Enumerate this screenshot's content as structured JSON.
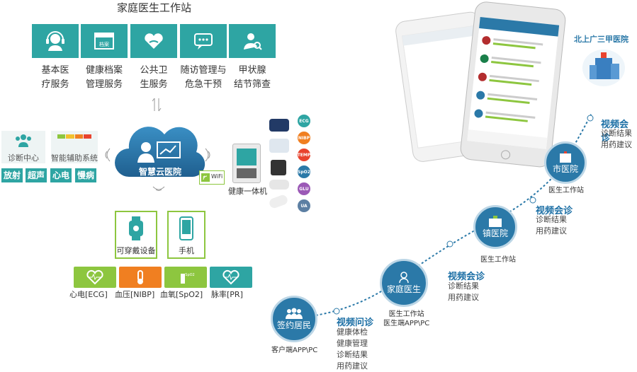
{
  "title": "家庭医生工作站",
  "services": [
    {
      "icon": "headset-doctor-icon",
      "line1": "基本医",
      "line2": "疗服务"
    },
    {
      "icon": "archive-file-icon",
      "line1": "健康档案",
      "line2": "管理服务",
      "badge": "档案"
    },
    {
      "icon": "heart-hand-icon",
      "line1": "公共卫",
      "line2": "生服务"
    },
    {
      "icon": "chat-bubble-icon",
      "line1": "随访管理与",
      "line2": "危急干预"
    },
    {
      "icon": "person-search-icon",
      "line1": "甲状腺",
      "line2": "结节筛查"
    }
  ],
  "left": {
    "diag_center": "诊断中心",
    "aux_system": "智能辅助系统",
    "tags": [
      "放射",
      "超声",
      "心电",
      "慢病"
    ]
  },
  "cloud": {
    "label": "智慧云医院",
    "wifi": "WiFi"
  },
  "kiosk_label": "健康一体机",
  "sensor_badges": [
    "ECG",
    "NIBP",
    "TEMP",
    "SpO2",
    "GLU",
    "UA"
  ],
  "devices": {
    "wearable": "可穿戴设备",
    "phone": "手机"
  },
  "sensors": [
    {
      "icon": "heartbeat-icon",
      "label": "心电[ECG]",
      "color": "#8dc63f"
    },
    {
      "icon": "thermometer-icon",
      "label": "血压[NIBP]",
      "color": "#f07f21"
    },
    {
      "icon": "spo2-bottle-icon",
      "label": "血氧[SpO2]",
      "color": "#8dc63f",
      "badge": "SpO2"
    },
    {
      "icon": "pulse-heart-icon",
      "label": "脉率[PR]",
      "color": "#2ea5a3"
    }
  ],
  "path": {
    "resident": {
      "label": "签约居民",
      "sub": "客户端APP\\PC"
    },
    "family": {
      "label": "家庭医生",
      "sub1": "医生工作站",
      "sub2": "医生端APP\\PC"
    },
    "town": {
      "label": "镇医院",
      "sub": "医生工作站"
    },
    "city": {
      "label": "市医院",
      "sub": "医生工作站"
    },
    "top": "北上广三甲医院",
    "v1": {
      "head": "视频问诊",
      "items": [
        "健康体检",
        "健康管理",
        "诊断结果",
        "用药建议"
      ]
    },
    "v2": {
      "head": "视频会诊",
      "items": [
        "诊断结果",
        "用药建议"
      ]
    },
    "v3": {
      "head": "视频会诊",
      "items": [
        "诊断结果",
        "用药建议"
      ]
    },
    "v4": {
      "head": "视频会诊",
      "items": [
        "诊断结果",
        "用药建议"
      ]
    }
  },
  "colors": {
    "teal": "#2ea5a3",
    "blue": "#2b79a8",
    "sensor_orange": "#f07f21",
    "sensor_green": "#8dc63f"
  }
}
